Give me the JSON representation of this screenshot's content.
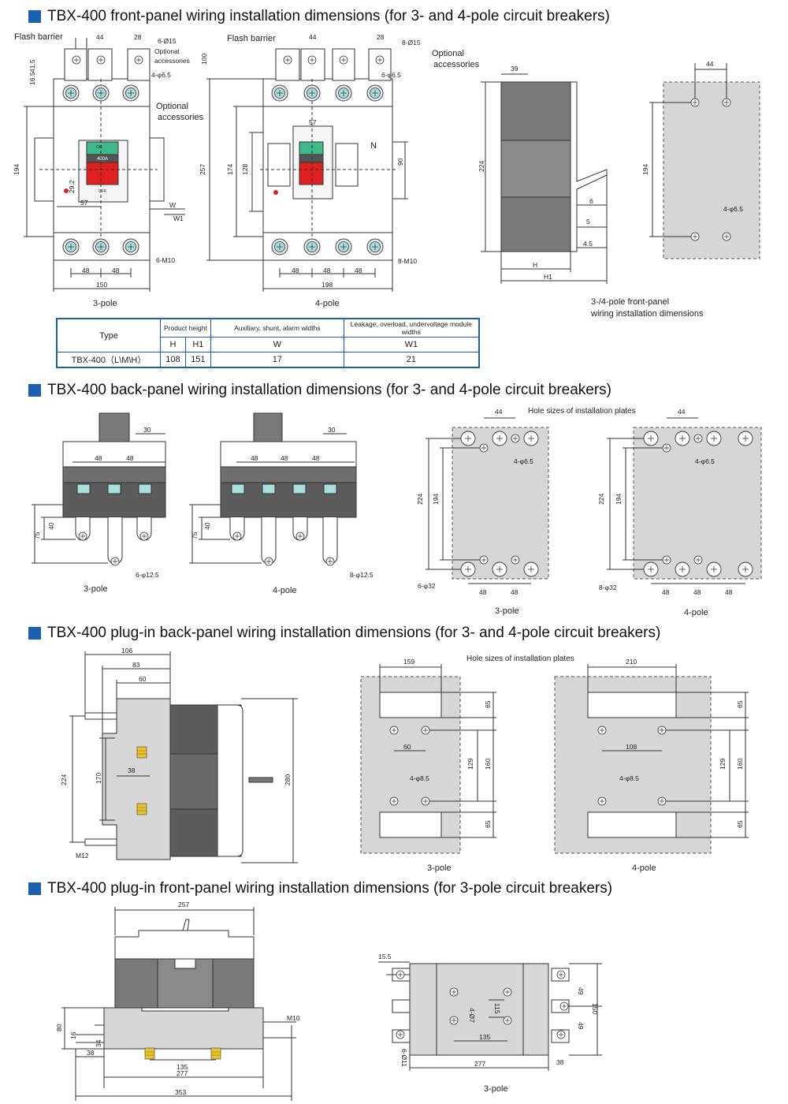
{
  "sections": [
    {
      "title": "TBX-400 front-panel wiring installation dimensions (for 3- and 4-pole circuit breakers)"
    },
    {
      "title": "TBX-400 back-panel wiring installation dimensions (for 3- and 4-pole circuit breakers)"
    },
    {
      "title": "TBX-400 plug-in back-panel wiring installation dimensions (for 3- and 4-pole circuit breakers)"
    },
    {
      "title": "TBX-400 plug-in front-panel wiring installation dimensions (for 3-pole circuit breakers)"
    }
  ],
  "front": {
    "flash_barrier": "Flash barrier",
    "optional_accessories_line1": "Optional",
    "optional_accessories_line2": "accessories",
    "p3_hole_label": "6-Ø15",
    "p4_hole_label": "8-Ø15",
    "mount_3": "4-φ6.5",
    "mount_4": "6-φ6.5",
    "m10_3": "6-M10",
    "m10_4": "8-M10",
    "d44": "44",
    "d28": "28",
    "d41_5": "41.5",
    "d16_5": "16.5",
    "d194": "194",
    "d29_2": "29.2",
    "d57": "57",
    "d48": "48",
    "d150": "150",
    "d198": "198",
    "d100": "100",
    "d257": "257",
    "d174": "174",
    "d128": "128",
    "d90": "90",
    "w": "W",
    "w1": "W1",
    "n": "N",
    "caption_3": "3-pole",
    "caption_4": "4-pole",
    "side_39": "39",
    "side_224": "224",
    "side_6": "6",
    "side_5": "5",
    "side_4_5": "4.5",
    "side_h": "H",
    "side_h1": "H1",
    "plate_44": "44",
    "plate_194": "194",
    "plate_hole": "4-φ6.5",
    "side_caption_1": "3-/4-pole front-panel",
    "side_caption_2": "wiring installation dimensions",
    "face_on": "ON",
    "face_rating": "400A",
    "face_off": "OFF"
  },
  "spec_table": {
    "type_header": "Type",
    "product_height": "Product height",
    "aux_header": "Auxiliary, shunt, alarm widths",
    "leak_header": "Leakage, overload, undervoltage module widths",
    "h": "H",
    "h1": "H1",
    "w": "W",
    "w1": "W1",
    "row_type": "TBX-400（L\\M\\H）",
    "row_h": "108",
    "row_h1": "151",
    "row_w": "17",
    "row_w1": "21"
  },
  "back": {
    "d30": "30",
    "d48": "48",
    "d40": "40",
    "d75": "75",
    "hole_3": "6-φ12.5",
    "hole_4": "8-φ12.5",
    "caption_3": "3-pole",
    "caption_4": "4-pole",
    "plates_title": "Hole sizes of installation plates",
    "p44": "44",
    "p224": "224",
    "p194": "194",
    "p_mount": "4-φ6.5",
    "p_big_3": "6-φ32",
    "p_big_4": "8-φ32",
    "p48": "48"
  },
  "plugin_back": {
    "d106": "106",
    "d83": "83",
    "d60": "60",
    "d38": "38",
    "d224": "224",
    "d170": "170",
    "d280": "280",
    "m12": "M12",
    "plates_title": "Hole sizes of installation plates",
    "p159": "159",
    "p210": "210",
    "p65": "65",
    "p129": "129",
    "p160": "160",
    "p60": "60",
    "p108": "108",
    "p_hole": "4-φ8.5",
    "caption_3": "3-pole",
    "caption_4": "4-pole"
  },
  "plugin_front": {
    "d257": "257",
    "d80": "80",
    "d16": "16",
    "d34": "34",
    "d38": "38",
    "d135": "135",
    "d277": "277",
    "d353": "353",
    "m10": "M10",
    "r15_5": "15.5",
    "r49": "49",
    "r150": "150",
    "r115": "115",
    "r4_07": "4-Ø7",
    "r6_11": "6-Ø11",
    "r135": "135",
    "r277": "277",
    "r38": "38",
    "caption": "3-pole"
  },
  "colors": {
    "accent": "#1a5fb0",
    "panel_gray": "#d6d6d6",
    "body_gray": "#7a7a7a",
    "red": "#e02020",
    "green": "#3fb98a"
  }
}
